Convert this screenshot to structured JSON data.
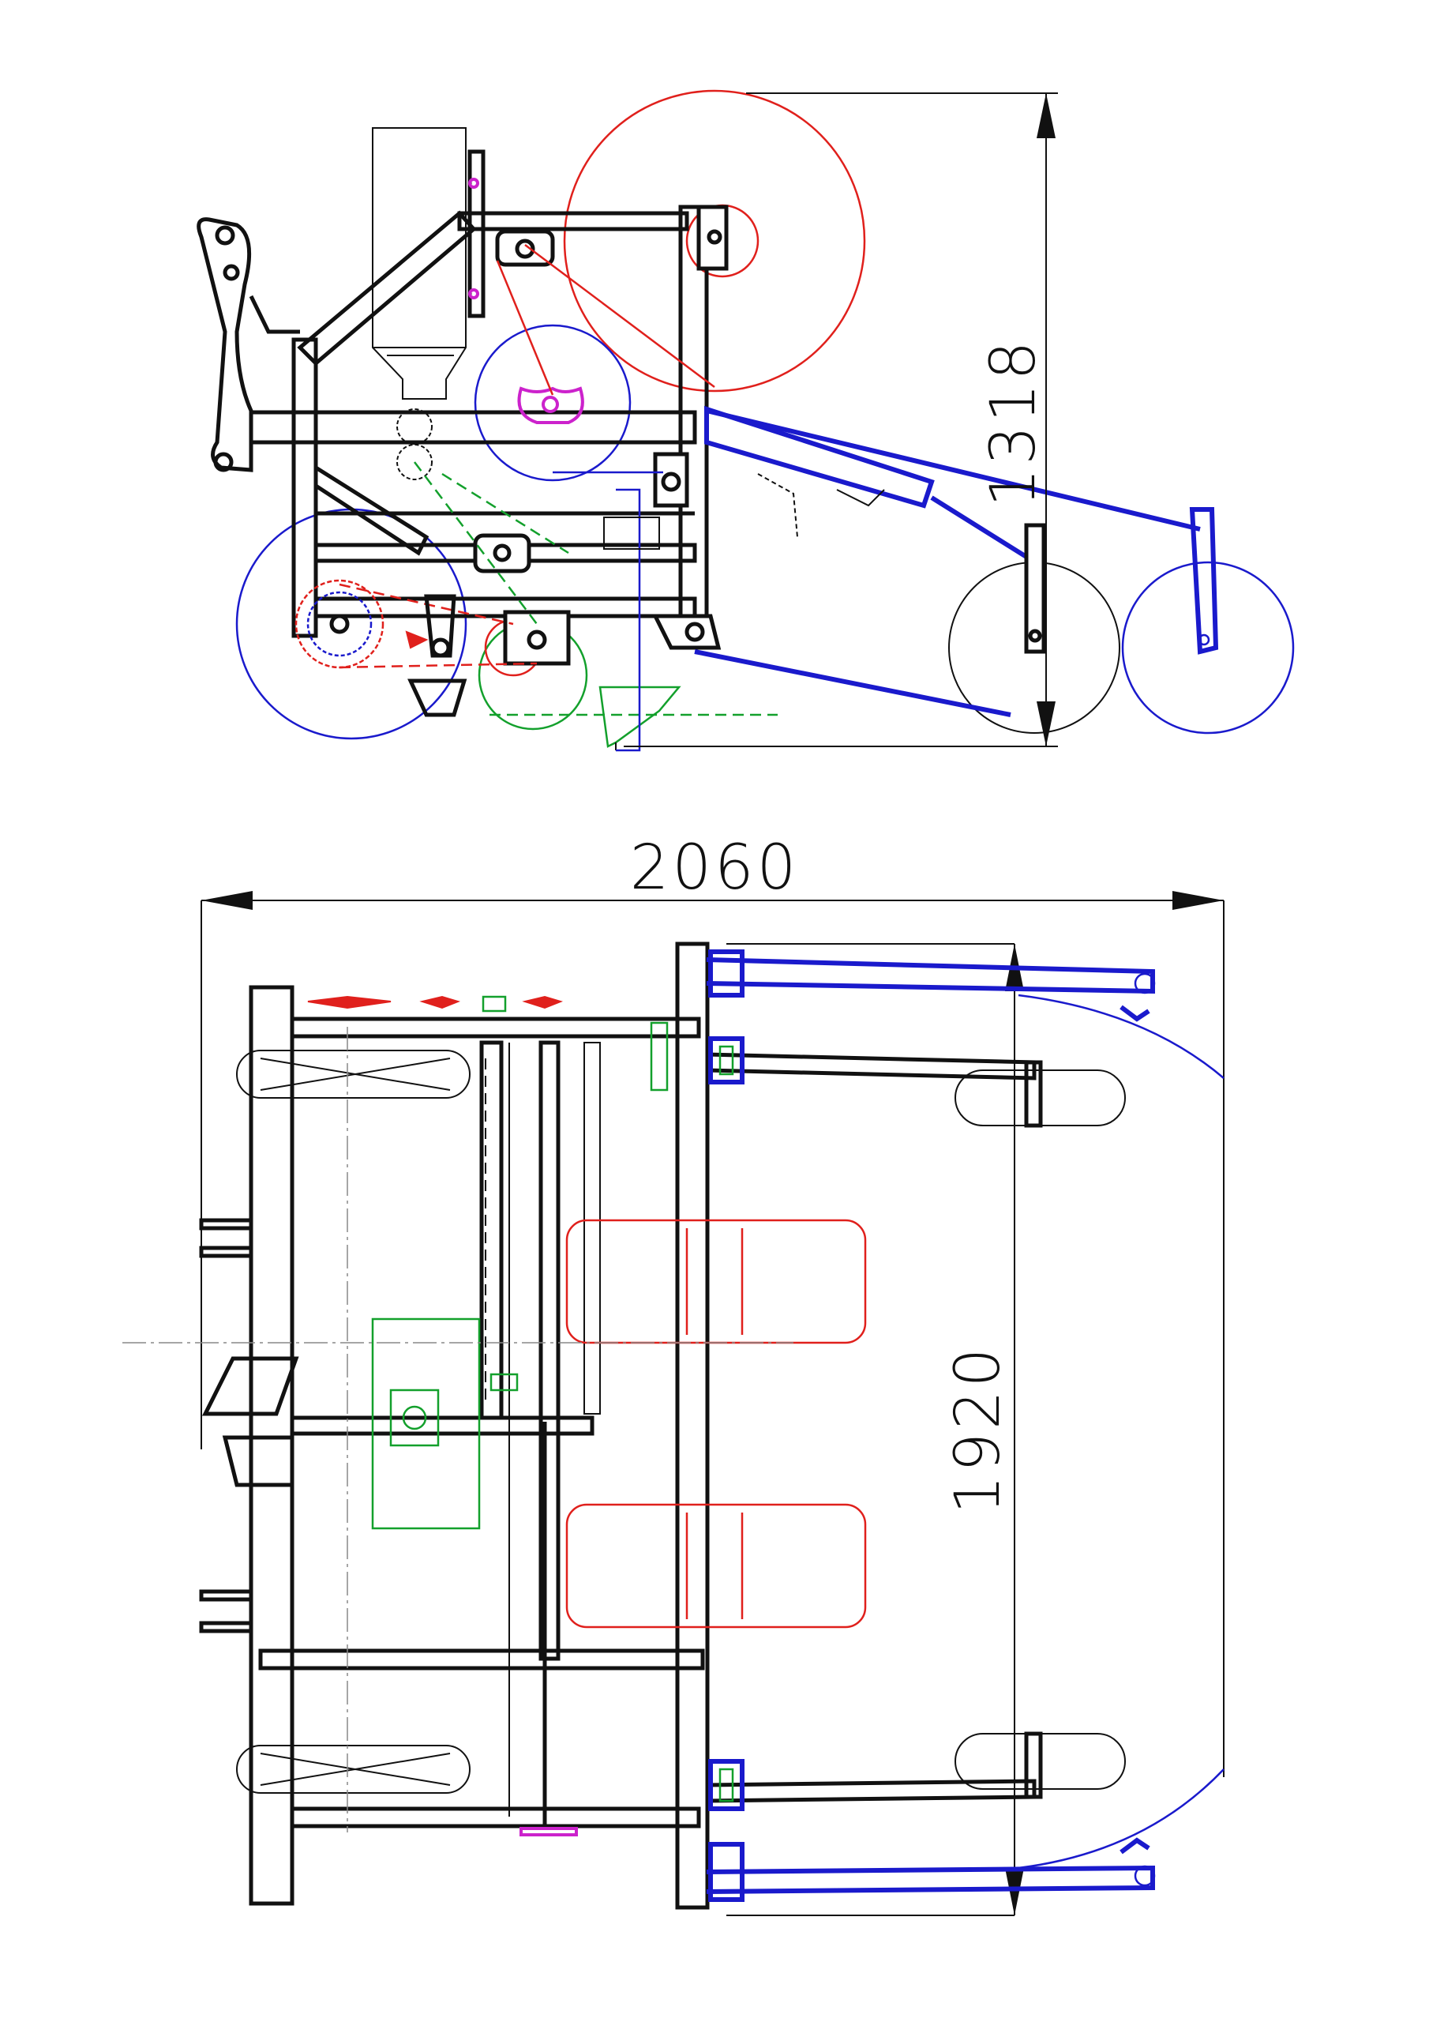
{
  "dimensions": {
    "side_height": "1318",
    "top_width": "2060",
    "top_height": "1920"
  },
  "colors": {
    "frame": "#111111",
    "red_parts": "#e0201c",
    "blue_parts": "#1a1acc",
    "green_parts": "#13a02c",
    "magenta_parts": "#cc22cc"
  }
}
